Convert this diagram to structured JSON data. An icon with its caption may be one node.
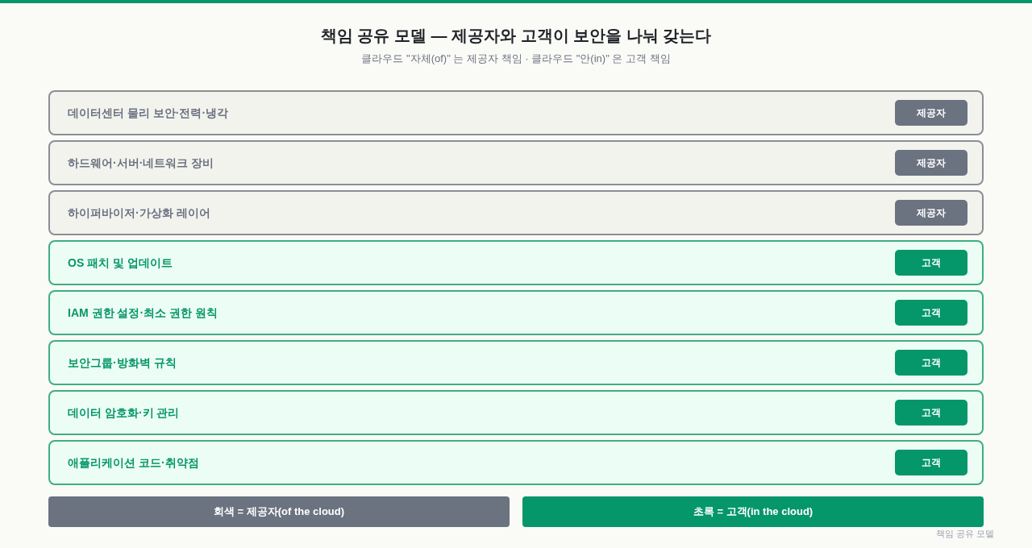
{
  "diagram": {
    "title": "책임 공유 모델 — 제공자와 고객이 보안을 나눠 갖는다",
    "nodes": [
      {
        "text": [
          "데이터센터 물리 보안·전력·냉각"
        ]
      },
      {
        "text": [
          "제공자"
        ],
        "in": 0
      },
      {
        "text": [
          "하드웨어·서버·네트워크 장비"
        ]
      },
      {
        "text": [
          "제공자"
        ],
        "in": 2
      },
      {
        "text": [
          "하이퍼바이저·가상화 레이어"
        ]
      },
      {
        "text": [
          "제공자"
        ],
        "in": 4
      },
      {
        "text": [
          "OS 패치 및 업데이트"
        ]
      },
      {
        "text": [
          "고객"
        ],
        "in": 6
      },
      {
        "text": [
          "IAM 권한 설정·최소 권한 원칙"
        ]
      },
      {
        "text": [
          "고객"
        ],
        "in": 8
      },
      {
        "text": [
          "보안그룹·방화벽 규칙"
        ]
      },
      {
        "text": [
          "고객"
        ],
        "in": 10
      },
      {
        "text": [
          "데이터 암호화·키 관리"
        ]
      },
      {
        "text": [
          "고객"
        ],
        "in": 12
      },
      {
        "text": [
          "애플리케이션 코드·취약점"
        ]
      },
      {
        "text": [
          "고객"
        ],
        "in": 14
      }
    ],
    "labels": [
      "클라우드 \"자체(of)\" 는 제공자 책임 · 클라우드 \"안(in)\" 은 고객 책임",
      "책임 공유 모델"
    ],
    "legend": [
      {
        "text": "회색 = 제공자(of the cloud)",
        "color": "#6b7280"
      },
      {
        "text": "초록 = 고객(in the cloud)",
        "color": "#059669"
      }
    ]
  }
}
